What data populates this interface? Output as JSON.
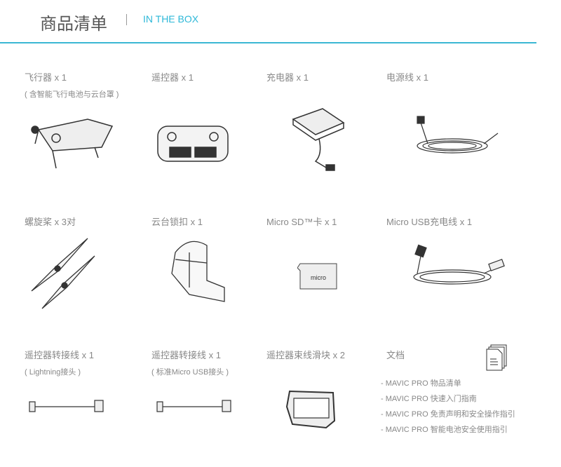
{
  "header": {
    "title": "商品清单",
    "subtitle": "IN THE BOX",
    "accent": "#2db8d8"
  },
  "items": [
    {
      "label": "飞行器 x 1",
      "note": "( 含智能飞行电池与云台罩 )",
      "icon": "drone-icon"
    },
    {
      "label": "遥控器 x 1",
      "icon": "remote-controller-icon"
    },
    {
      "label": "充电器 x 1",
      "icon": "charger-icon"
    },
    {
      "label": "电源线 x 1",
      "icon": "power-cable-icon"
    },
    {
      "label": "螺旋桨 x 3对",
      "icon": "propeller-icon"
    },
    {
      "label": "云台锁扣 x 1",
      "icon": "gimbal-clamp-icon"
    },
    {
      "label": "Micro SD™卡  x 1",
      "icon": "sd-card-icon"
    },
    {
      "label": "Micro USB充电线  x 1",
      "icon": "usb-cable-icon"
    },
    {
      "label": "遥控器转接线 x 1",
      "note": "( Lightning接头 )",
      "icon": "lightning-cable-icon"
    },
    {
      "label": "遥控器转接线 x 1",
      "note": "( 标准Micro USB接头 )",
      "icon": "micro-usb-cable-icon"
    },
    {
      "label": "遥控器束线滑块  x 2",
      "icon": "cable-slider-icon"
    },
    {
      "label": "文档",
      "icon": "document-icon"
    }
  ],
  "documents": [
    "- MAVIC PRO 物品清单",
    "- MAVIC PRO 快速入门指南",
    "- MAVIC PRO 免责声明和安全操作指引",
    "- MAVIC PRO 智能电池安全使用指引"
  ]
}
